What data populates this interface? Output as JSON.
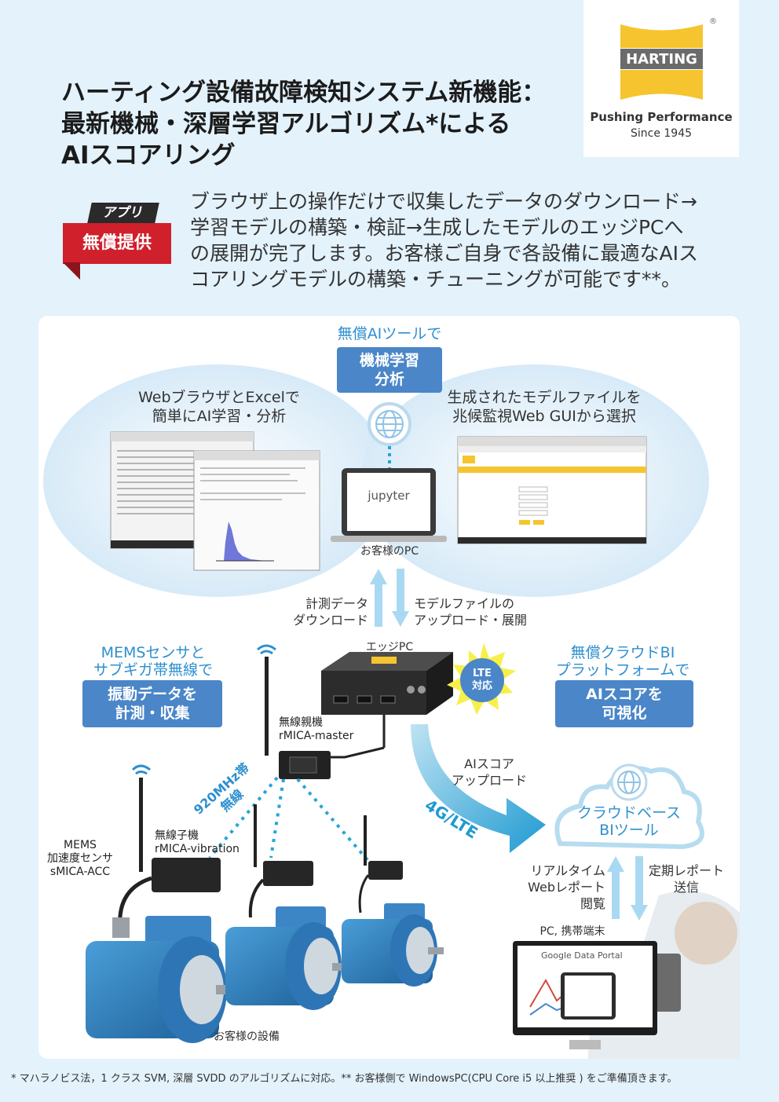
{
  "logo": {
    "brand": "HARTING",
    "tagline": "Pushing Performance",
    "since": "Since 1945",
    "reg_mark": "®"
  },
  "title": [
    "ハーティング設備故障検知システム新機能：",
    "最新機械・深層学習アルゴリズム*による",
    "AIスコアリング"
  ],
  "badge": {
    "top": "アプリ",
    "main": "無償提供"
  },
  "intro": [
    "ブラウザ上の操作だけで収集したデータのダウンロード→",
    "学習モデルの構築・検証→生成したモデルのエッジPCへ",
    "の展開が完了します。お客様ご自身で各設備に最適なAIス",
    "コアリングモデルの構築・チューニングが可能です**。"
  ],
  "diagram": {
    "ml_label": "無償AIツールで",
    "ml_box": [
      "機械学習",
      "分析"
    ],
    "web_caption": [
      "WebブラウザとExcelで",
      "簡単にAI学習・分析"
    ],
    "model_caption": [
      "生成されたモデルファイルを",
      "兆候監視Web GUIから選択"
    ],
    "jupyter": "jupyter",
    "customer_pc": "お客様のPC",
    "download": [
      "計測データ",
      "ダウンロード"
    ],
    "upload_deploy": [
      "モデルファイルの",
      "アップロード・展開"
    ],
    "mems_label": [
      "MEMSセンサと",
      "サブギガ帯無線で"
    ],
    "mems_box": [
      "振動データを",
      "計測・収集"
    ],
    "edge_pc": "エッジPC",
    "lte_badge": [
      "LTE",
      "対応"
    ],
    "cloud_label": [
      "無償クラウドBI",
      "プラットフォームで"
    ],
    "cloud_box": [
      "AIスコアを",
      "可視化"
    ],
    "master": [
      "無線親機",
      "rMICA-master"
    ],
    "freq": [
      "920MHz帯",
      "無線"
    ],
    "ai_upload": [
      "AIスコア",
      "アップロード"
    ],
    "lte": "4G/LTE",
    "cloud": [
      "クラウドベース",
      "BIツール"
    ],
    "child": [
      "無線子機",
      "rMICA-vibration"
    ],
    "sensor": [
      "MEMS",
      "加速度センサ",
      "sMICA-ACC"
    ],
    "realtime": [
      "リアルタイム",
      "Webレポート",
      "閲覧"
    ],
    "periodic": [
      "定期レポート",
      "送信"
    ],
    "pc_mobile": "PC, 携帯端末",
    "google": "Google Data Portal",
    "equipment": "お客様の設備"
  },
  "footnote": "* マハラノビス法，1 クラス SVM, 深層 SVDD のアルゴリズムに対応。** お客様側で WindowsPC(CPU Core i5 以上推奨 ) をご準備頂きます。",
  "colors": {
    "accent_blue": "#4a86c8",
    "label_blue": "#2e8fcf",
    "badge_red": "#cf202c",
    "harting_yellow": "#f6c42e",
    "harting_gray": "#6b6b6b"
  }
}
